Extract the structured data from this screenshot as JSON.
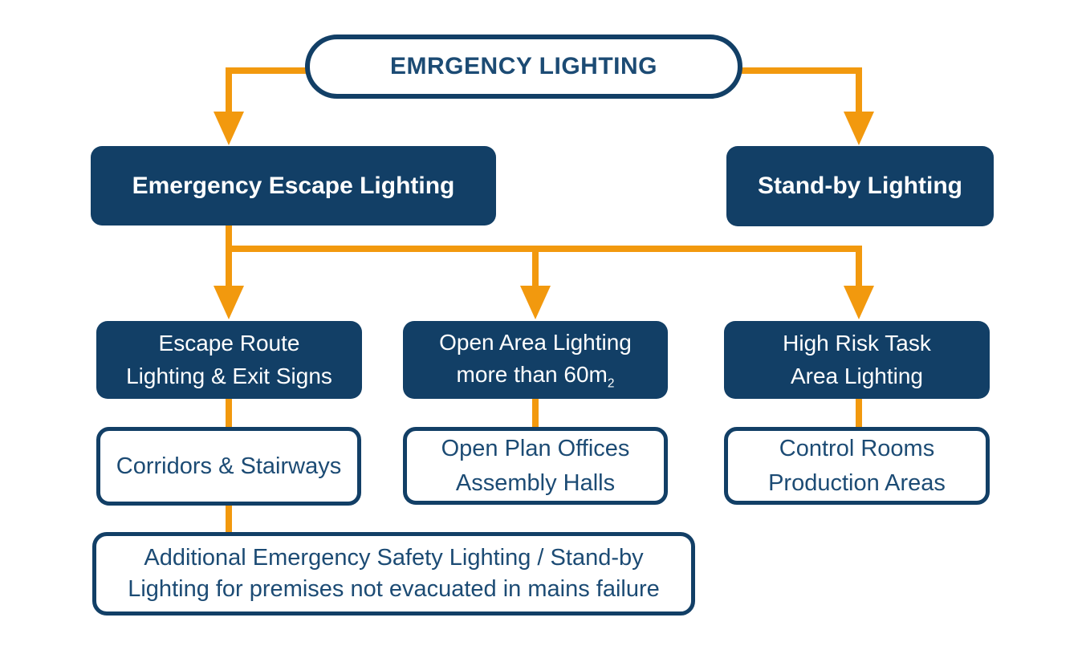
{
  "colors": {
    "navy": "#123F66",
    "orange": "#F2990E",
    "navy_text": "#1C4B74",
    "white": "#FFFFFF"
  },
  "diagram": {
    "title": "EMRGENCY LIGHTING",
    "branches": {
      "left": {
        "label": "Emergency Escape Lighting"
      },
      "right": {
        "label": "Stand-by Lighting"
      }
    },
    "sub_branches": [
      {
        "line1": "Escape Route",
        "line2": "Lighting & Exit Signs"
      },
      {
        "line1": "Open Area Lighting",
        "line2_text": "more than 60m",
        "line2_subscript": "2"
      },
      {
        "line1": "High Risk Task",
        "line2": "Area Lighting"
      }
    ],
    "examples": [
      {
        "lines": [
          "Corridors & Stairways"
        ]
      },
      {
        "lines": [
          "Open Plan Offices",
          "Assembly Halls"
        ]
      },
      {
        "lines": [
          "Control Rooms",
          "Production Areas"
        ]
      }
    ],
    "note": {
      "lines": [
        "Additional Emergency Safety Lighting / Stand-by",
        "Lighting for premises not evacuated in mains failure"
      ]
    }
  }
}
